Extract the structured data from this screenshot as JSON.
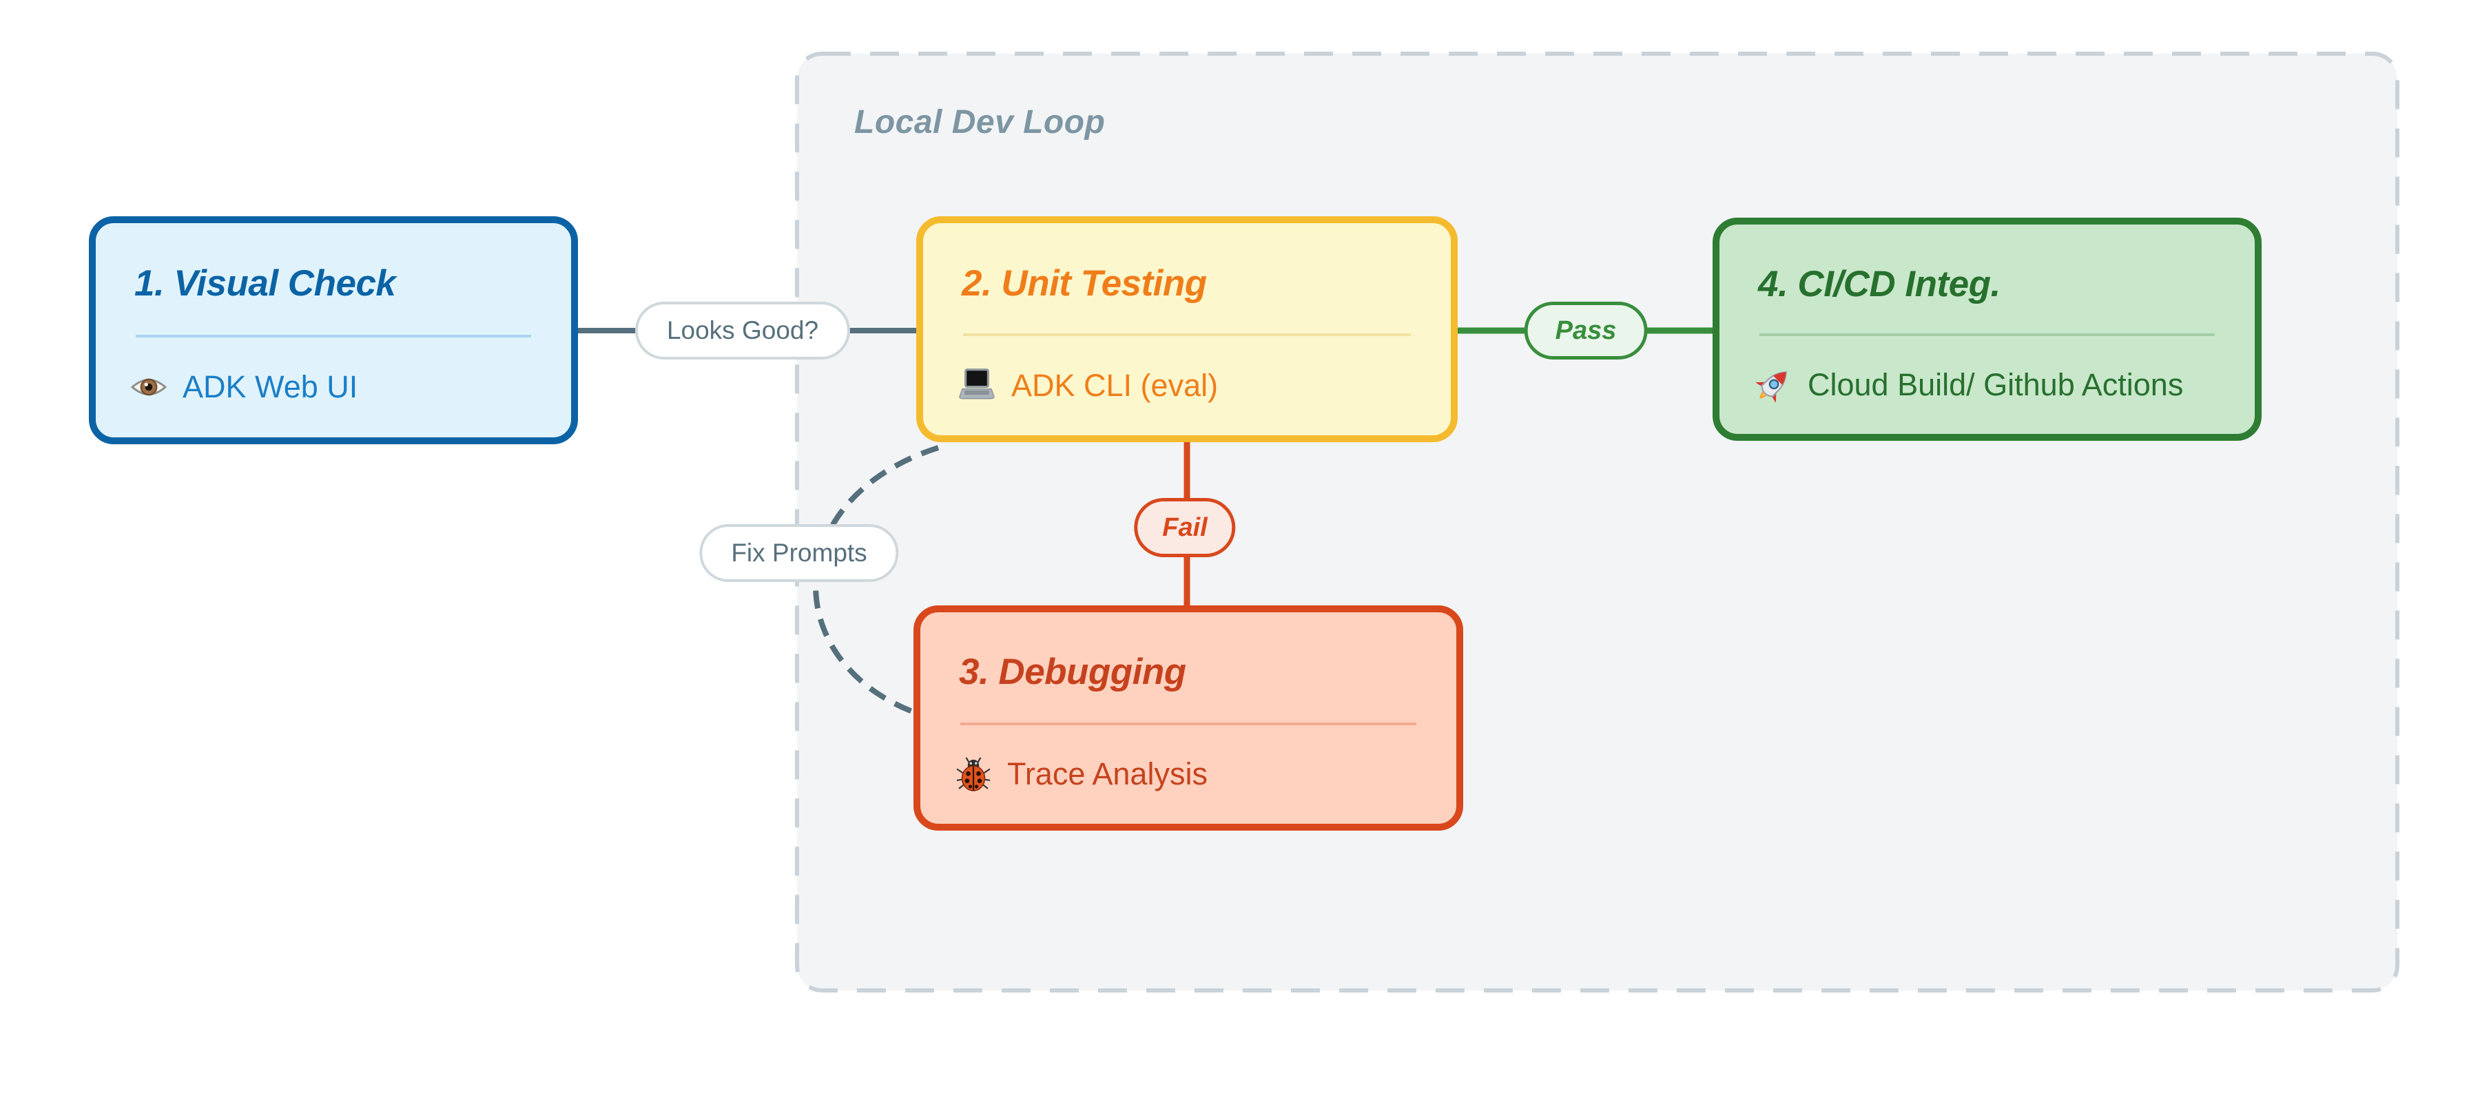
{
  "diagram": {
    "background": "#ffffff",
    "group": {
      "label": "Local Dev Loop",
      "bg_color": "#F2F4F6",
      "border_color": "#C9D2D9",
      "label_color": "#7E95A3",
      "border_style": "dashed"
    },
    "nodes": [
      {
        "id": "visual-check",
        "title": "1. Visual Check",
        "body": "ADK Web UI",
        "icon": "eye-icon",
        "bg_color": "#E0F3FC",
        "border_color": "#0B63A5",
        "title_color": "#0B63A5",
        "body_color": "#1B7EC8"
      },
      {
        "id": "unit-testing",
        "title": "2. Unit Testing",
        "body": "ADK CLI (eval)",
        "icon": "laptop-icon",
        "bg_color": "#FDF7CD",
        "border_color": "#F5BB2E",
        "title_color": "#EF7D1A",
        "body_color": "#EF7D1A"
      },
      {
        "id": "debugging",
        "title": "3. Debugging",
        "body": "Trace Analysis",
        "icon": "bug-icon",
        "bg_color": "#FFD2BF",
        "border_color": "#D8481C",
        "title_color": "#C6421E",
        "body_color": "#C6421E"
      },
      {
        "id": "cicd",
        "title": "4. CI/CD Integ.",
        "body": "Cloud Build/ Github Actions",
        "icon": "rocket-icon",
        "bg_color": "#C9E7CB",
        "border_color": "#2E7D32",
        "title_color": "#27702E",
        "body_color": "#27702E"
      }
    ],
    "edges": [
      {
        "from": "visual-check",
        "to": "unit-testing",
        "label": "Looks Good?",
        "style": "solid",
        "color": "#566F7C"
      },
      {
        "from": "unit-testing",
        "to": "cicd",
        "label": "Pass",
        "style": "solid",
        "color": "#388E3C"
      },
      {
        "from": "unit-testing",
        "to": "debugging",
        "label": "Fail",
        "style": "solid",
        "color": "#D8481C"
      },
      {
        "from": "debugging",
        "to": "unit-testing",
        "label": "Fix Prompts",
        "style": "dashed",
        "color": "#566F7C"
      }
    ]
  }
}
